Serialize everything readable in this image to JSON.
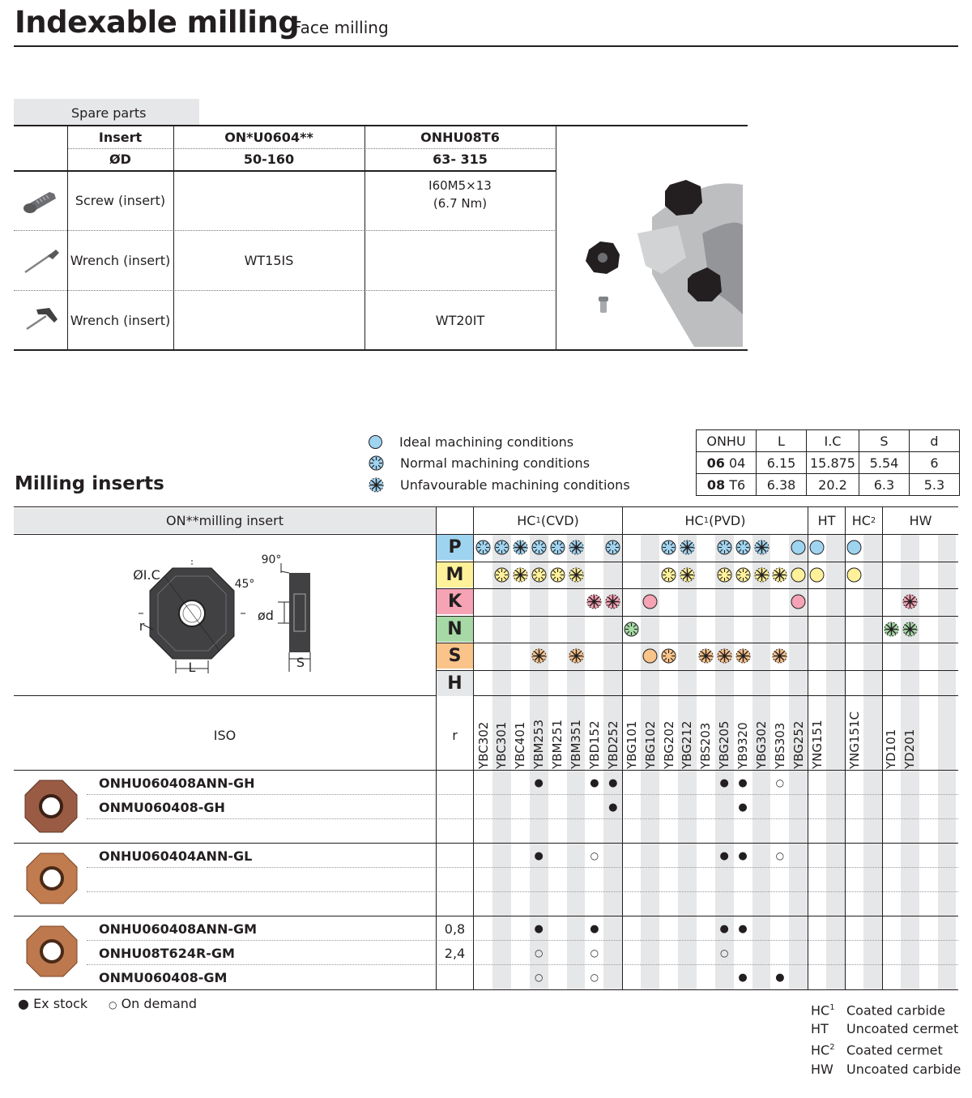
{
  "header": {
    "title": "Indexable milling",
    "subtitle": "Face milling"
  },
  "spare_parts": {
    "tab_label": "Spare parts",
    "columns": [
      {
        "insert": "ON*U0604**",
        "diameter": "50-160"
      },
      {
        "insert": "ONHU08T6",
        "diameter": "63- 315"
      }
    ],
    "insert_label": "Insert",
    "diameter_label": "ØD",
    "rows": [
      {
        "icon": "screw-icon",
        "label": "Screw (insert)",
        "col1": "",
        "col2_line1": "I60M5×13",
        "col2_line2": "(6.7 Nm)"
      },
      {
        "icon": "wrench-icon",
        "label": "Wrench (insert)",
        "col1": "WT15IS",
        "col2": ""
      },
      {
        "icon": "t-wrench-icon",
        "label": "Wrench (insert)",
        "col1": "",
        "col2": "WT20IT"
      }
    ]
  },
  "legend": [
    {
      "icon": "ideal-circle-icon",
      "label": "Ideal machining conditions"
    },
    {
      "icon": "normal-gear-icon",
      "label": "Normal machining conditions"
    },
    {
      "icon": "unfavourable-gear-icon",
      "label": "Unfavourable machining conditions"
    }
  ],
  "dimensions": {
    "headers": [
      "ONHU",
      "L",
      "I.C",
      "S",
      "d"
    ],
    "rows": [
      {
        "code_bold": "06",
        "code_rest": "04",
        "L": "6.15",
        "IC": "15.875",
        "S": "5.54",
        "d": "6"
      },
      {
        "code_bold": "08",
        "code_rest": "T6",
        "L": "6.38",
        "IC": "20.2",
        "S": "6.3",
        "d": "5.3"
      }
    ]
  },
  "milling_inserts": {
    "title": "Milling inserts",
    "insert_header": "ON**milling insert",
    "iso_label": "ISO",
    "r_label": "r",
    "group_headers": [
      {
        "label": "HC",
        "sup": "1",
        "suffix": " (CVD)"
      },
      {
        "label": "HC",
        "sup": "1",
        "suffix": " (PVD)"
      },
      {
        "label": "HT",
        "sup": "",
        "suffix": ""
      },
      {
        "label": "HC",
        "sup": "2",
        "suffix": ""
      },
      {
        "label": "HW",
        "sup": "",
        "suffix": ""
      }
    ],
    "diagram_labels": {
      "ic": "ØI.C",
      "angle45": "45°",
      "angle90": "90°",
      "r": "r",
      "d": "ød",
      "L": "L",
      "S": "S"
    },
    "materials": [
      {
        "letter": "P",
        "color": "#9fd4f0"
      },
      {
        "letter": "M",
        "color": "#fff19a"
      },
      {
        "letter": "K",
        "color": "#f5a3b5"
      },
      {
        "letter": "N",
        "color": "#a6d9a6"
      },
      {
        "letter": "S",
        "color": "#f9c38a"
      },
      {
        "letter": "H",
        "color": "#e6e7e8"
      }
    ],
    "grades": [
      "YBC302",
      "YBC301",
      "YBC401",
      "YBM253",
      "YBM251",
      "YBM351",
      "YBD152",
      "YBD252",
      "YBG101",
      "YBG102",
      "YBG202",
      "YBG212",
      "YBS203",
      "YBG205",
      "YB9320",
      "YBG302",
      "YBS303",
      "YBG252",
      "YNG151",
      "YNG151C",
      "YD101",
      "YD201"
    ],
    "inserts": [
      {
        "code": "ONHU060408ANN-GH",
        "r": ""
      },
      {
        "code": "ONMU060408-GH",
        "r": ""
      },
      {
        "code": "ONHU060404ANN-GL",
        "r": ""
      },
      {
        "code": "ONHU060408ANN-GM",
        "r": "0,8"
      },
      {
        "code": "ONHU08T624R-GM",
        "r": "2,4"
      },
      {
        "code": "ONMU060408-GM",
        "r": ""
      }
    ]
  },
  "footer": {
    "ex_stock": "Ex stock",
    "on_demand": "On demand",
    "grade_legend": [
      {
        "code": "HC",
        "sup": "1",
        "desc": "Coated carbide"
      },
      {
        "code": "HT",
        "sup": "",
        "desc": "Uncoated cermet"
      },
      {
        "code": "HC",
        "sup": "2",
        "desc": "Coated cermet"
      },
      {
        "code": "HW",
        "sup": "",
        "desc": "Uncoated carbide"
      }
    ]
  }
}
